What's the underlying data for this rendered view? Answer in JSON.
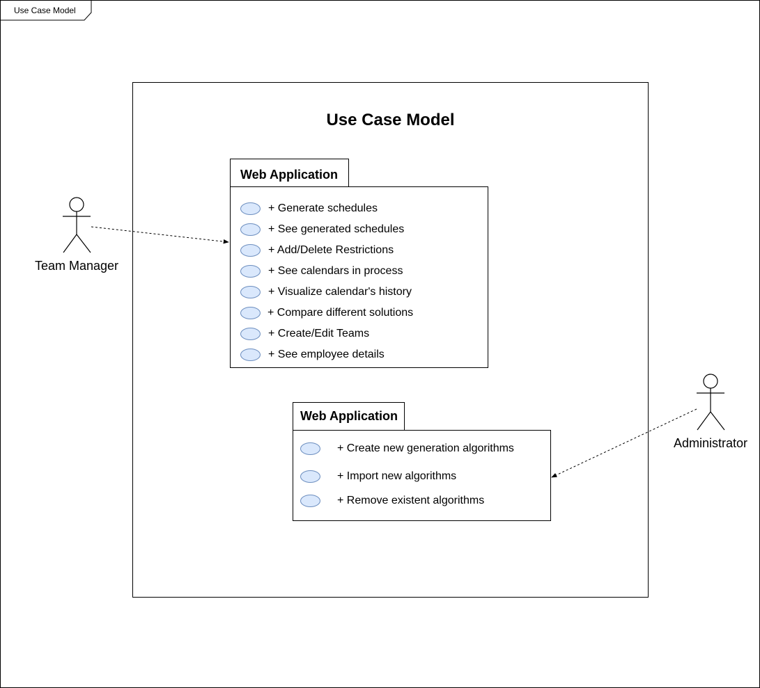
{
  "frame": {
    "label": "Use Case Model"
  },
  "system": {
    "title": "Use Case Model"
  },
  "packages": [
    {
      "title": "Web Application",
      "use_cases": [
        "+ Generate schedules",
        "+ See generated schedules",
        "+ Add/Delete Restrictions",
        "+ See calendars in process",
        "+ Visualize calendar's history",
        "+ Compare different solutions",
        "+ Create/Edit Teams",
        "+ See employee details"
      ]
    },
    {
      "title": "Web Application",
      "use_cases": [
        "+ Create new generation algorithms",
        "+ Import new algorithms",
        "+ Remove existent algorithms"
      ]
    }
  ],
  "actors": {
    "team_manager": "Team Manager",
    "administrator": "Administrator"
  },
  "colors": {
    "use_case_fill": "#dae8fc",
    "use_case_stroke": "#6c8ebf",
    "line": "#000000"
  }
}
